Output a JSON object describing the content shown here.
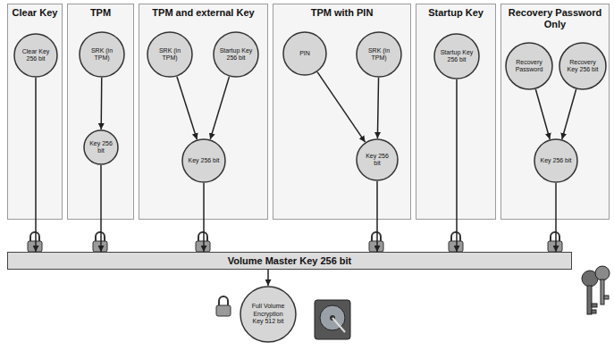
{
  "diagram": {
    "nodes": [
      {
        "text": [
          "Clear Key"
        ]
      },
      {
        "text": [
          "TPM"
        ]
      },
      {
        "text": [
          "TPM and external Key"
        ]
      },
      {
        "text": [
          "TPM with PIN"
        ]
      },
      {
        "text": [
          "Startup Key"
        ]
      },
      {
        "text": [
          "Recovery Password Only"
        ]
      },
      {
        "text": [
          "Volume Master Key 256 bit"
        ]
      },
      {
        "text": [
          "Clear Key 256 bit"
        ],
        "in": 0
      },
      {
        "text": [
          "SRK (in TPM)"
        ],
        "in": 1
      },
      {
        "text": [
          "Key 256 bit"
        ],
        "in": 1
      },
      {
        "text": [
          "SRK (in TPM)"
        ],
        "in": 2
      },
      {
        "text": [
          "Startup Key 256 bit"
        ],
        "in": 2
      },
      {
        "text": [
          "Key 256 bit"
        ],
        "in": 2
      },
      {
        "text": [
          "PIN"
        ],
        "in": 3
      },
      {
        "text": [
          "SRK (in TPM)"
        ],
        "in": 3
      },
      {
        "text": [
          "Key 256 bit"
        ],
        "in": 3
      },
      {
        "text": [
          "Startup Key 256 bit"
        ],
        "in": 4
      },
      {
        "text": [
          "Recovery Password"
        ],
        "in": 5
      },
      {
        "text": [
          "Recovery Key 256 bit"
        ],
        "in": 5
      },
      {
        "text": [
          "Key 256 bit"
        ],
        "in": 5
      },
      {
        "text": [
          "Full Volume Encryption Key 512 bit"
        ]
      }
    ],
    "edges": [
      {
        "from": 7,
        "to": 6,
        "arrow": "to"
      },
      {
        "from": 8,
        "to": 9,
        "arrow": "to"
      },
      {
        "from": 9,
        "to": 6,
        "arrow": "to"
      },
      {
        "from": 10,
        "to": 12,
        "arrow": "to"
      },
      {
        "from": 11,
        "to": 12,
        "arrow": "to"
      },
      {
        "from": 12,
        "to": 6,
        "arrow": "to"
      },
      {
        "from": 13,
        "to": 15,
        "arrow": "to"
      },
      {
        "from": 14,
        "to": 15,
        "arrow": "to"
      },
      {
        "from": 15,
        "to": 6,
        "arrow": "to"
      },
      {
        "from": 16,
        "to": 6,
        "arrow": "to"
      },
      {
        "from": 17,
        "to": 19,
        "arrow": "to"
      },
      {
        "from": 18,
        "to": 19,
        "arrow": "to"
      },
      {
        "from": 19,
        "to": 6,
        "arrow": "to"
      },
      {
        "from": 6,
        "to": 20,
        "arrow": "to"
      }
    ]
  }
}
